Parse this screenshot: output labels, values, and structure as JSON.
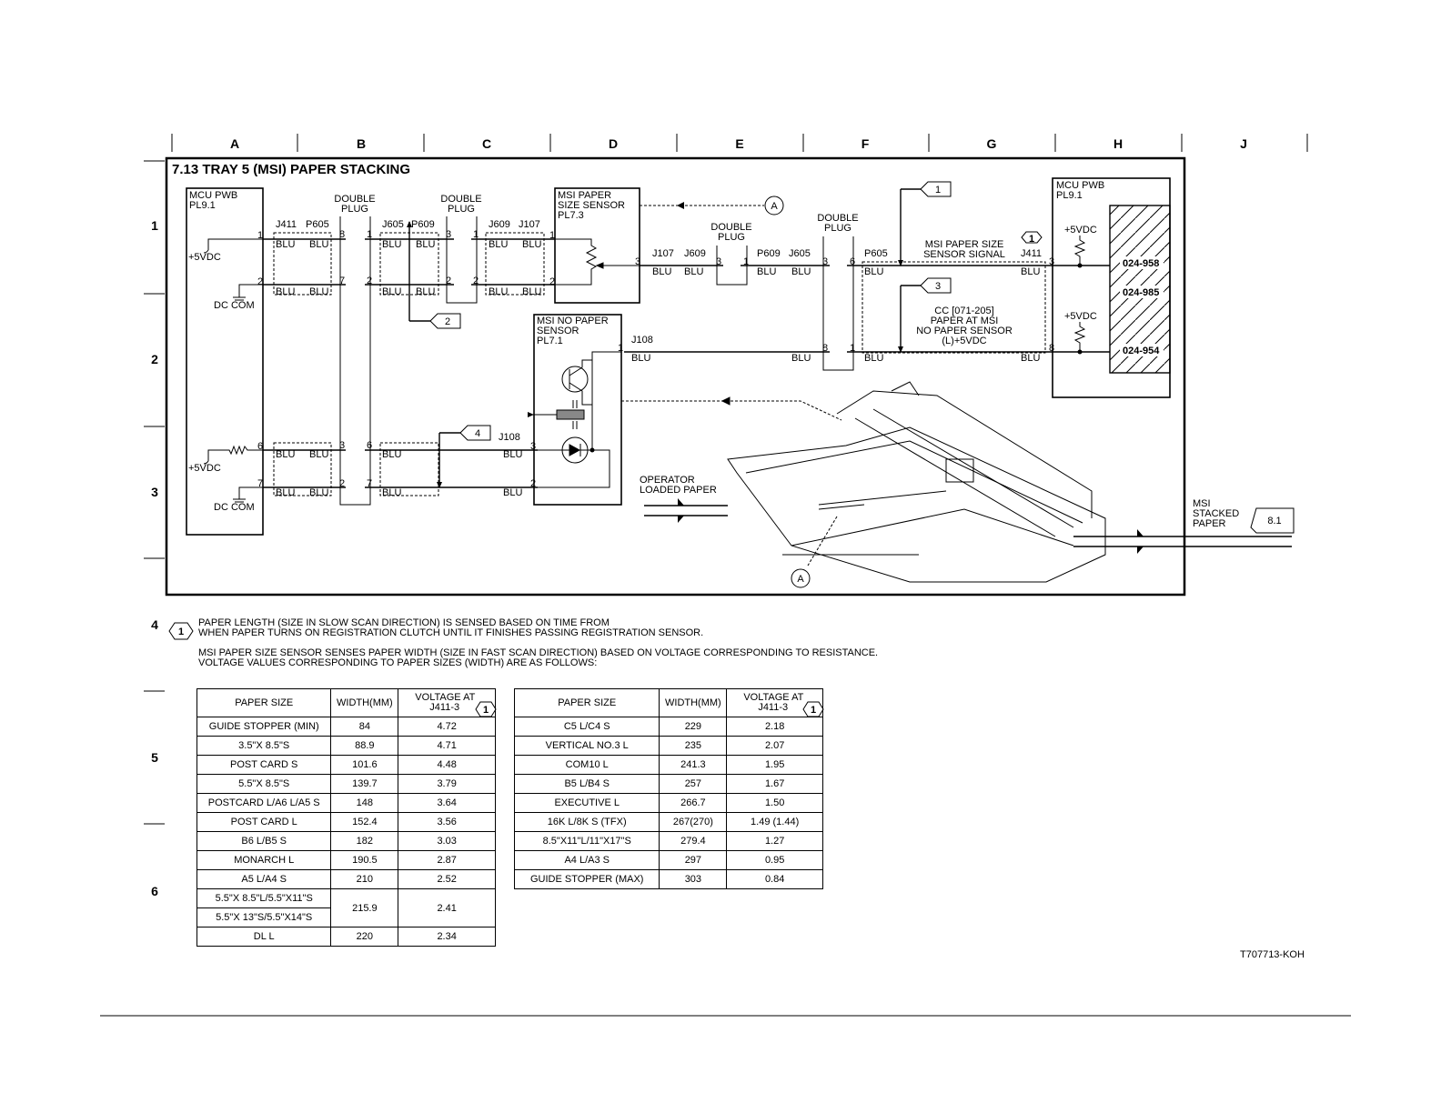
{
  "grid": {
    "columns": [
      "A",
      "B",
      "C",
      "D",
      "E",
      "F",
      "G",
      "H",
      "J"
    ],
    "rows": [
      "1",
      "2",
      "3",
      "4",
      "5",
      "6"
    ]
  },
  "title": "7.13 TRAY 5 (MSI) PAPER STACKING",
  "labels": {
    "mcu_left_1": "MCU PWB",
    "mcu_left_2": "PL9.1",
    "plus5vdc": "+5VDC",
    "dc_com": "DC COM",
    "double": "DOUBLE",
    "plug": "PLUG",
    "msi_size_1": "MSI PAPER",
    "msi_size_2": "SIZE SENSOR",
    "msi_size_3": "PL7.3",
    "msi_no_1": "MSI NO PAPER",
    "msi_no_2": "SENSOR",
    "msi_no_3": "PL7.1",
    "mcu_right_1": "MCU PWB",
    "mcu_right_2": "PL9.1",
    "size_signal_1": "MSI PAPER SIZE",
    "size_signal_2": "SENSOR SIGNAL",
    "cc_1": "CC [071-205]",
    "cc_2": "PAPER AT MSI",
    "cc_3": "NO PAPER SENSOR",
    "cc_4": "(L)+5VDC",
    "operator_1": "OPERATOR",
    "operator_2": "LOADED PAPER",
    "stacked_1": "MSI",
    "stacked_2": "STACKED",
    "stacked_3": "PAPER",
    "stacked_ref": "8.1",
    "code_958": "024-958",
    "code_985": "024-985",
    "code_954": "024-954",
    "blu": "BLU",
    "callout_a": "A",
    "tag1": "1",
    "tag2": "2",
    "tag3": "3",
    "tag4": "4",
    "doc_id": "T707713-KOH"
  },
  "connectors": {
    "j411": "J411",
    "p605": "P605",
    "j605": "J605",
    "p609": "P609",
    "j609": "J609",
    "j107": "J107",
    "j108": "J108"
  },
  "pins": {
    "p1": "1",
    "p2": "2",
    "p3": "3",
    "p6": "6",
    "p7": "7",
    "p8": "8"
  },
  "notes": {
    "line1": "PAPER LENGTH (SIZE IN SLOW SCAN DIRECTION) IS SENSED BASED ON TIME FROM",
    "line2": "WHEN PAPER TURNS ON REGISTRATION CLUTCH UNTIL IT FINISHES PASSING REGISTRATION SENSOR.",
    "line3": "MSI PAPER SIZE SENSOR SENSES PAPER WIDTH (SIZE IN FAST SCAN DIRECTION) BASED ON VOLTAGE CORRESPONDING TO RESISTANCE.",
    "line4": "VOLTAGE VALUES CORRESPONDING TO PAPER SIZES (WIDTH) ARE AS FOLLOWS:"
  },
  "table_headers": {
    "paper_size": "PAPER SIZE",
    "width": "WIDTH(MM)",
    "voltage_1": "VOLTAGE AT",
    "voltage_2": "J411-3"
  },
  "table_left": [
    [
      "GUIDE STOPPER (MIN)",
      "84",
      "4.72"
    ],
    [
      "3.5\"X 8.5\"S",
      "88.9",
      "4.71"
    ],
    [
      "POST CARD S",
      "101.6",
      "4.48"
    ],
    [
      "5.5\"X 8.5\"S",
      "139.7",
      "3.79"
    ],
    [
      "POSTCARD L/A6 L/A5 S",
      "148",
      "3.64"
    ],
    [
      "POST CARD L",
      "152.4",
      "3.56"
    ],
    [
      "B6 L/B5 S",
      "182",
      "3.03"
    ],
    [
      "MONARCH L",
      "190.5",
      "2.87"
    ],
    [
      "A5 L/A4 S",
      "210",
      "2.52"
    ],
    [
      "5.5\"X 8.5\"L/5.5\"X11\"S",
      "215.9",
      "2.41"
    ],
    [
      "5.5\"X 13\"S/5.5\"X14\"S",
      "",
      ""
    ],
    [
      "DL L",
      "220",
      "2.34"
    ]
  ],
  "table_right": [
    [
      "C5 L/C4 S",
      "229",
      "2.18"
    ],
    [
      "VERTICAL NO.3 L",
      "235",
      "2.07"
    ],
    [
      "COM10 L",
      "241.3",
      "1.95"
    ],
    [
      "B5 L/B4 S",
      "257",
      "1.67"
    ],
    [
      "EXECUTIVE L",
      "266.7",
      "1.50"
    ],
    [
      "16K L/8K S (TFX)",
      "267(270)",
      "1.49 (1.44)"
    ],
    [
      "8.5\"X11\"L/11\"X17\"S",
      "279.4",
      "1.27"
    ],
    [
      "A4 L/A3 S",
      "297",
      "0.95"
    ],
    [
      "GUIDE STOPPER (MAX)",
      "303",
      "0.84"
    ]
  ]
}
